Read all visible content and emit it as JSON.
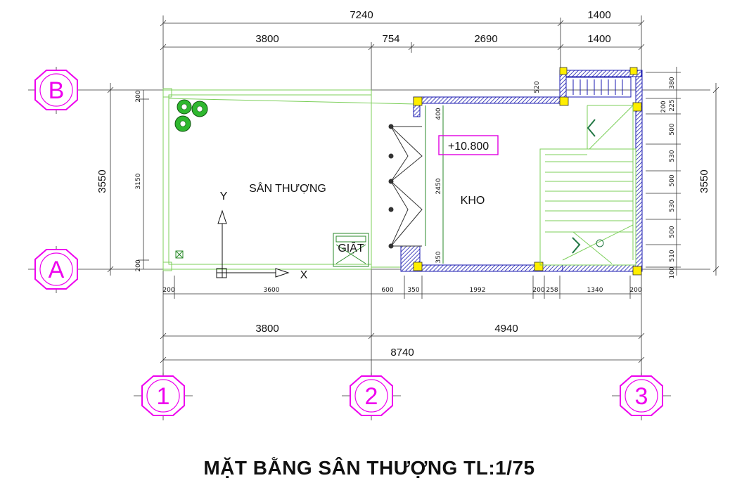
{
  "drawing_title": "MẶT BẰNG SÂN THƯỢNG TL:1/75",
  "rooms": {
    "terrace": "SÂN THƯỢNG",
    "storage": "KHO",
    "laundry": "GIẶT"
  },
  "level_mark": "+10.800",
  "axes": {
    "rows": [
      "B",
      "A"
    ],
    "cols": [
      "1",
      "2",
      "3"
    ]
  },
  "coord_axes": {
    "x": "X",
    "y": "Y"
  },
  "dims_top": {
    "overall": "7240",
    "stair_overall": "1400",
    "seg1": "3800",
    "seg2": "754",
    "seg3": "2690",
    "seg4": "1400"
  },
  "dims_bottom": {
    "small": [
      "200",
      "3600",
      "600",
      "350",
      "1992",
      "200",
      "258",
      "1340",
      "200"
    ],
    "mid1": "3800",
    "mid2": "4940",
    "overall": "8740"
  },
  "dims_left": {
    "overall": "3550",
    "small": [
      "200",
      "3150",
      "200"
    ]
  },
  "dims_right": {
    "overall": "3550",
    "small": [
      "380",
      "225",
      "500",
      "530",
      "500",
      "530",
      "500",
      "510",
      "100"
    ]
  },
  "dims_interior": {
    "laundry_room": [
      "400",
      "2450",
      "350"
    ],
    "stair_top": "520",
    "stair_right_small": "200"
  }
}
